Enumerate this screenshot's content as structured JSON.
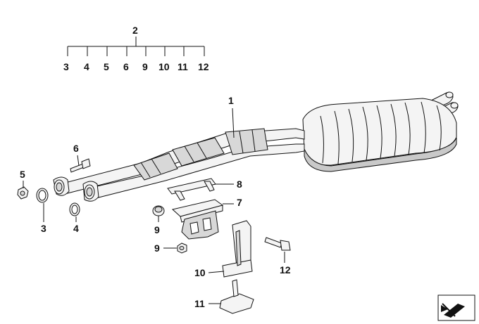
{
  "parent_label": "2",
  "group_labels": [
    "3",
    "4",
    "5",
    "6",
    "9",
    "10",
    "11",
    "12"
  ],
  "parts": {
    "p1": "1",
    "p3": "3",
    "p4": "4",
    "p5": "5",
    "p6": "6",
    "p7": "7",
    "p8": "8",
    "p9a": "9",
    "p9b": "9",
    "p10": "10",
    "p11": "11",
    "p12": "12"
  },
  "colors": {
    "ink": "#111111",
    "fill": "#f4f4f4",
    "shade": "#d8d8d8"
  },
  "corner_icon": "view-orientation-icon"
}
